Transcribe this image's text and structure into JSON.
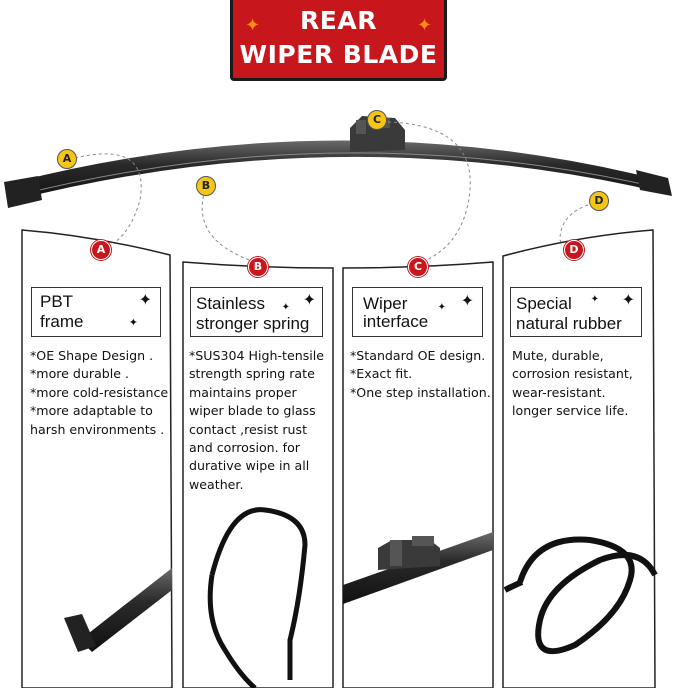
{
  "banner": {
    "line1": "REAR",
    "line2": "WIPER BLADE",
    "accent": "#c8161d",
    "star_color": "#ff8a1a"
  },
  "callouts": [
    {
      "letter": "A"
    },
    {
      "letter": "B"
    },
    {
      "letter": "C"
    },
    {
      "letter": "D"
    }
  ],
  "panels": [
    {
      "letter": "A",
      "title_line1": "PBT",
      "title_line2": "frame",
      "lines": [
        "*OE Shape Design .",
        "*more durable .",
        "*more cold-resistance",
        "*more adaptable to",
        "harsh environments ."
      ],
      "image": "wiper-blade-end-photo"
    },
    {
      "letter": "B",
      "title_line1": "Stainless",
      "title_line2": "stronger spring",
      "lines": [
        "*SUS304 High-tensile",
        "strength spring rate",
        "maintains proper",
        "wiper blade to glass",
        "contact ,resist rust",
        "and corrosion. for",
        "durative wipe in all",
        "weather."
      ],
      "image": "spring-steel-loop-photo"
    },
    {
      "letter": "C",
      "title_line1": "Wiper",
      "title_line2": "interface",
      "lines": [
        "*Standard OE design.",
        "*Exact fit.",
        "*One step installation."
      ],
      "image": "wiper-connector-photo"
    },
    {
      "letter": "D",
      "title_line1": "Special",
      "title_line2": "natural rubber",
      "lines": [
        "Mute, durable,",
        "corrosion resistant,",
        "wear-resistant.",
        "longer service life."
      ],
      "image": "rubber-strip-loop-photo"
    }
  ]
}
